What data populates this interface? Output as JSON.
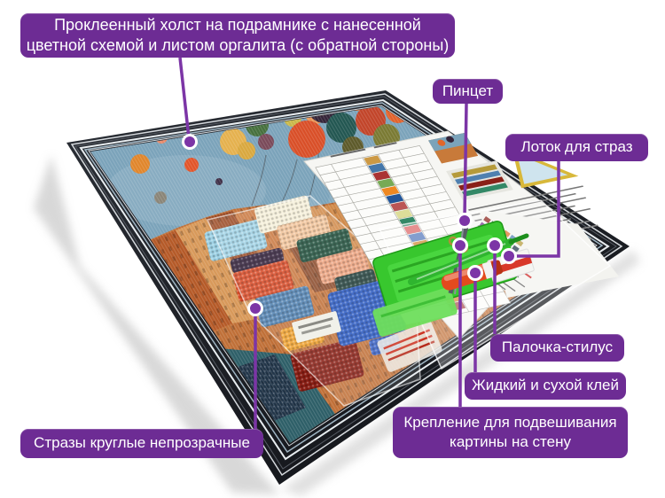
{
  "annotation_labels": {
    "canvas": {
      "line1": "Проклеенный холст на подрамнике с нанесенной",
      "line2": "цветной схемой и листом оргалита (с обратной стороны)"
    },
    "tweezers": {
      "text": "Пинцет"
    },
    "tray": {
      "text": "Лоток для страз"
    },
    "stylus": {
      "text": "Палочка-стилус"
    },
    "glue": {
      "text": "Жидкий и сухой клей"
    },
    "hanger": {
      "line1": "Крепление для подвешивания",
      "line2": "картины на стену"
    },
    "rhinestones": {
      "text": "Стразы круглые непрозрачные"
    }
  },
  "colors": {
    "label_background": "#6d2c94",
    "label_text": "#ffffff",
    "connector": "#7c35a6",
    "frame": "#22252b",
    "canvas_sky": "#7ba3ba",
    "tray_green": "#38c72e",
    "background": "#ffffff"
  }
}
